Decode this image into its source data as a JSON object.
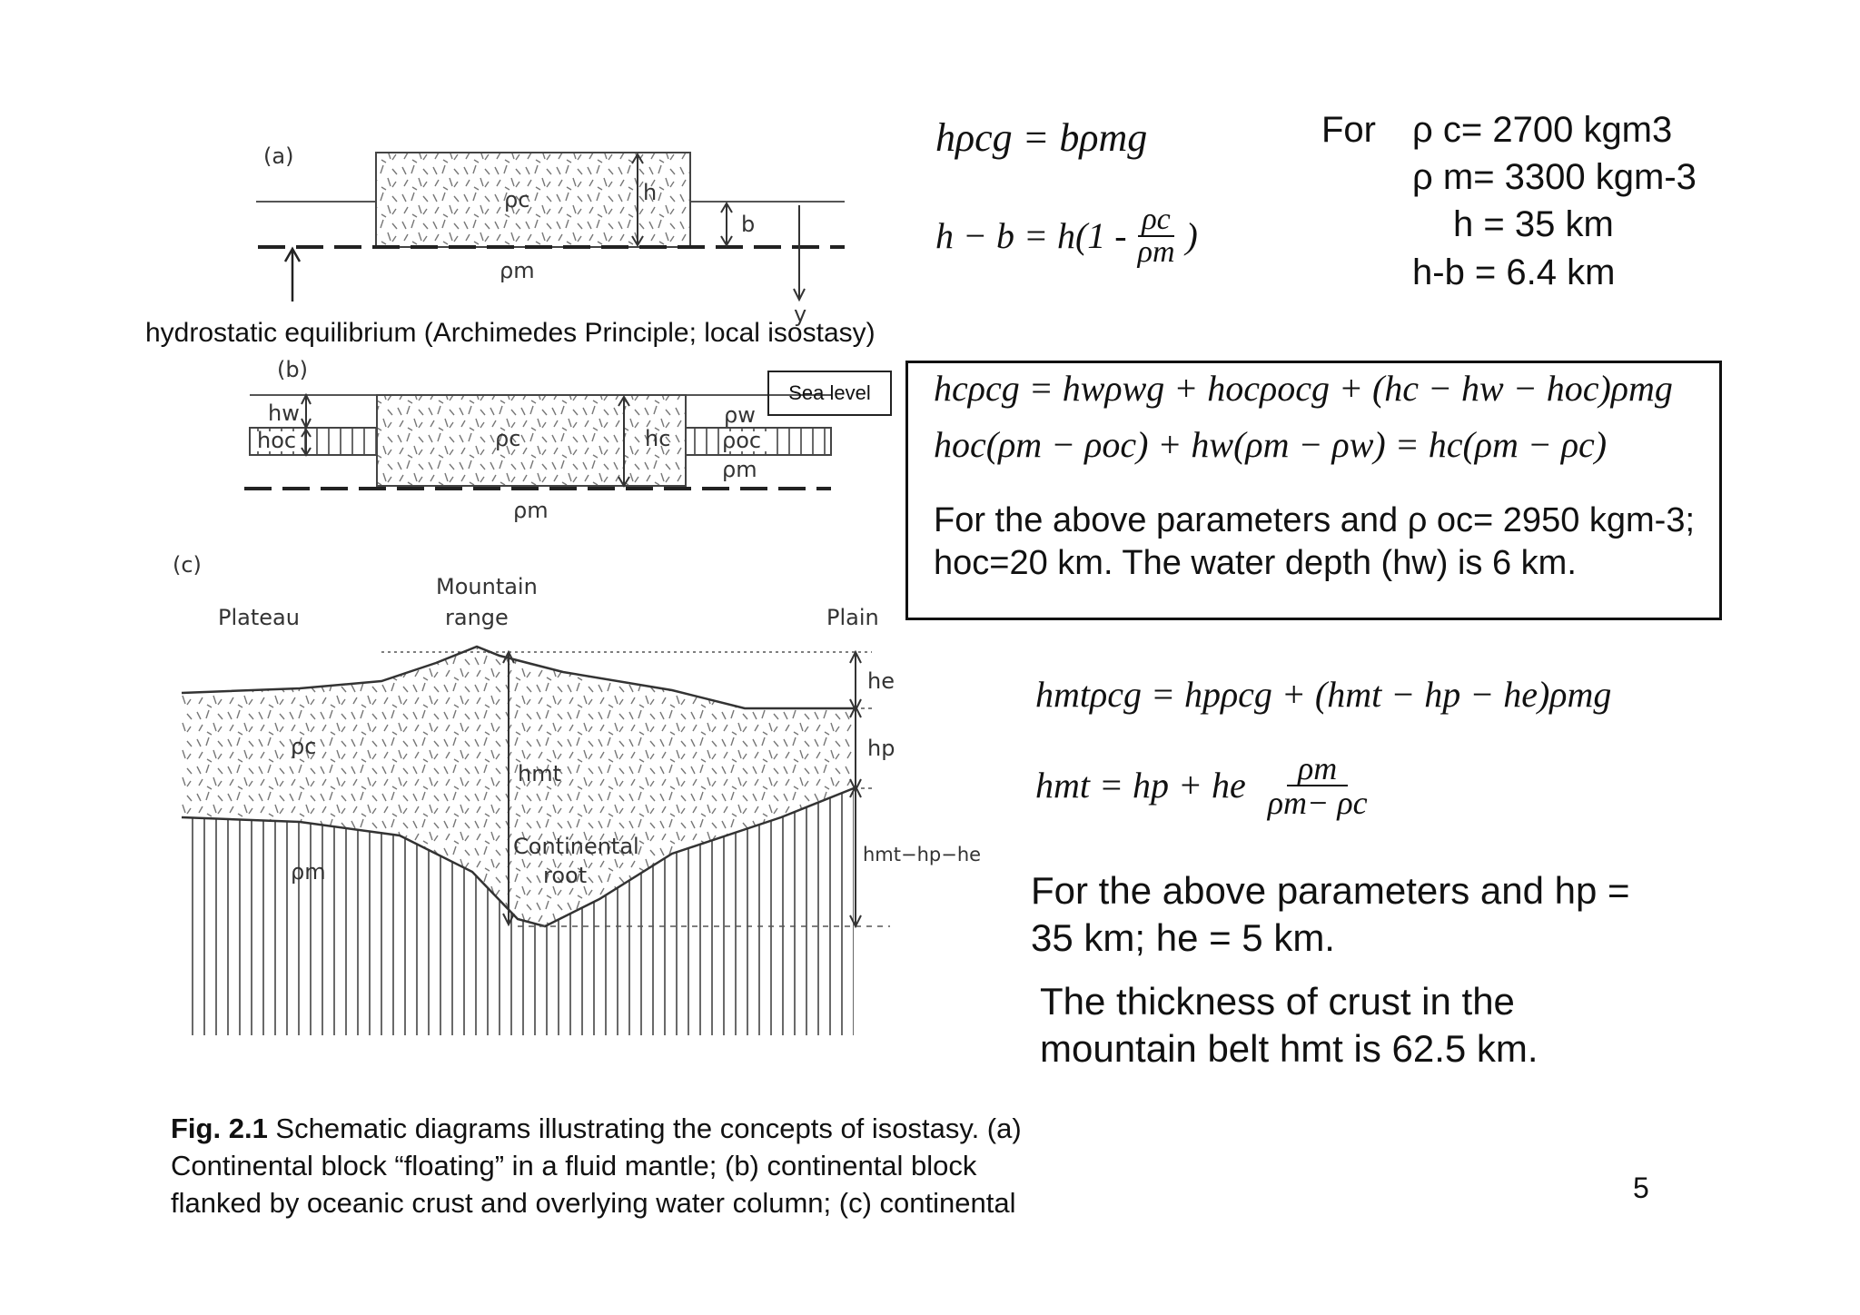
{
  "panel_a": {
    "tag": "(a)",
    "rho_c": "ρc",
    "rho_m": "ρm",
    "h": "h",
    "b": "b",
    "y": "y"
  },
  "caption_a": "hydrostatic equilibrium (Archimedes Principle; local isostasy)",
  "eq_a": {
    "line1": "hρcg = bρmg",
    "line2_left": "h − b = h(1 -",
    "line2_num": "ρc",
    "line2_den": "ρm",
    "line2_right": ")"
  },
  "params_a": {
    "for": "For",
    "rho_c": "ρ c= 2700 kgm3",
    "rho_m": "ρ m= 3300 kgm-3",
    "h": "h = 35 km",
    "hb": "h-b = 6.4 km"
  },
  "panel_b": {
    "tag": "(b)",
    "sea_level": "Sea level",
    "hw": "hw",
    "hoc": "hoc",
    "rho_c": "ρc",
    "hc": "hc",
    "rho_w": "ρw",
    "rho_oc": "ρoc",
    "rho_m_right": "ρm",
    "rho_m_bottom": "ρm"
  },
  "eq_b": {
    "line1": "hcρcg = hwρwg + hocρocg + (hc − hw − hoc)ρmg",
    "line2": "hoc(ρm − ρoc) + hw(ρm − ρw) = hc(ρm − ρc)",
    "result1": "For the above parameters and  ρ oc= 2950 kgm-3;",
    "result2": "hoc=20 km. The water depth (hw) is 6 km."
  },
  "panel_c": {
    "tag": "(c)",
    "plateau": "Plateau",
    "mountain1": "Mountain",
    "mountain2": "range",
    "plain": "Plain",
    "rho_c": "ρc",
    "rho_m": "ρm",
    "hmt": "hmt",
    "root1": "Continental",
    "root2": "root",
    "he": "he",
    "hp": "hp",
    "diff": "hmt−hp−he"
  },
  "eq_c": {
    "line1": "hmtρcg = hpρcg + (hmt − hp − he)ρmg",
    "line2_left": "hmt = hp + he",
    "line2_num": "ρm",
    "line2_den": "ρm− ρc",
    "result1": "For the above parameters and hp =",
    "result2": "35 km; he = 5  km.",
    "result3": "The thickness of crust in the",
    "result4": "mountain belt hmt  is 62.5 km."
  },
  "caption": {
    "bold": "Fig. 2.1",
    "line1": " Schematic diagrams illustrating the concepts of isostasy. (a)",
    "line2": "Continental block “floating” in a fluid mantle; (b) continental block",
    "line3": "flanked by oceanic crust and overlying water column; (c) continental"
  },
  "page_number": "5"
}
